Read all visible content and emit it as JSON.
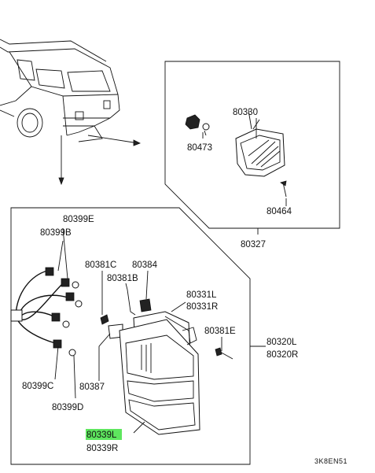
{
  "labels": {
    "p80330": "80330",
    "p80473": "80473",
    "p80464": "80464",
    "p80327": "80327",
    "p80399E": "80399E",
    "p80399B": "80399B",
    "p80381C": "80381C",
    "p80384": "80384",
    "p80381B": "80381B",
    "p80331L": "80331L",
    "p80331R": "80331R",
    "p80381E": "80381E",
    "p80320L": "80320L",
    "p80320R": "80320R",
    "p80399C": "80399C",
    "p80387": "80387",
    "p80399D": "80399D",
    "p80339L": "80339L",
    "p80339R": "80339R"
  },
  "footer": {
    "code": "3K8EN51"
  },
  "colors": {
    "highlight": "#5ee65e",
    "line": "#111111"
  }
}
